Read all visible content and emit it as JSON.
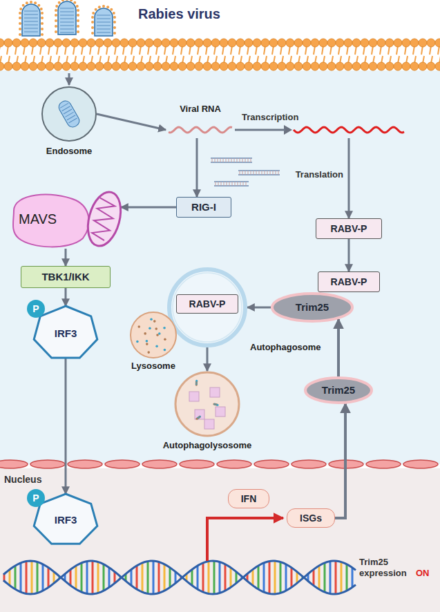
{
  "diagram": {
    "title": "Rabies virus",
    "nodes": [
      {
        "text": [
          "Endosome"
        ]
      },
      {
        "text": [
          "Viral RNA"
        ]
      },
      {
        "text": [
          "RIG-I"
        ]
      },
      {
        "text": [
          "MAVS"
        ]
      },
      {
        "text": [
          "TBK1/IKK"
        ]
      },
      {
        "text": [
          "IRF3"
        ]
      },
      {
        "text": [
          "RABV-P"
        ]
      },
      {
        "text": [
          "RABV-P"
        ]
      },
      {
        "text": [
          "Trim25"
        ]
      },
      {
        "text": [
          "Autophagosome"
        ]
      },
      {
        "text": [
          "RABV-P"
        ],
        "in": 9
      },
      {
        "text": [
          "Lysosome"
        ]
      },
      {
        "text": [
          "Autophagolysosome"
        ]
      },
      {
        "text": [
          "IRF3"
        ]
      },
      {
        "text": [
          "IFN"
        ]
      },
      {
        "text": [
          "ISGs"
        ]
      },
      {
        "text": [
          "Trim25"
        ]
      }
    ],
    "edges": [
      {
        "from": 0,
        "to": 1,
        "arrow": "to"
      },
      {
        "from": 1,
        "to": 2,
        "arrow": "to"
      },
      {
        "from": 2,
        "to": 3,
        "arrow": "to"
      },
      {
        "from": 3,
        "to": 4,
        "arrow": "to"
      },
      {
        "from": 4,
        "to": 5,
        "arrow": "to"
      },
      {
        "from": 5,
        "to": 13,
        "arrow": "to"
      },
      {
        "from": 1,
        "to": 6,
        "arrow": "to"
      },
      {
        "from": 6,
        "to": 7,
        "arrow": "to"
      },
      {
        "from": 8,
        "to": 9,
        "arrow": "to"
      },
      {
        "from": 9,
        "to": 12,
        "arrow": "to"
      },
      {
        "from": 16,
        "to": 8,
        "arrow": "to"
      },
      {
        "from": 15,
        "to": 16,
        "arrow": "to"
      }
    ],
    "labels": [
      "Transcription",
      "Translation",
      "P",
      "P",
      "Nucleus",
      "Trim25 expression",
      "ON"
    ]
  }
}
